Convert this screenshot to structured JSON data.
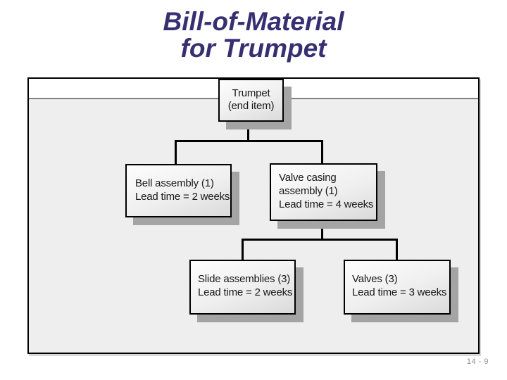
{
  "slide": {
    "title_line1": "Bill-of-Material",
    "title_line2": "for Trumpet",
    "page_number": "14 - 9"
  },
  "colors": {
    "title_text": "#372f72",
    "frame_body_bg": "#efeeee",
    "frame_border": "#000000",
    "node_border": "#000000",
    "node_shadow": "#a4a4a4",
    "connector": "#000000",
    "page_number_text": "#8f8f8f"
  },
  "diagram": {
    "type": "tree",
    "nodes": [
      {
        "id": "trumpet",
        "level": 0,
        "parent": null,
        "label_lines": [
          "Trumpet",
          "(end item)"
        ]
      },
      {
        "id": "bell-assembly",
        "level": 1,
        "parent": "trumpet",
        "label_lines": [
          "Bell assembly (1)",
          "Lead time = 2 weeks"
        ]
      },
      {
        "id": "valve-casing-assembly",
        "level": 1,
        "parent": "trumpet",
        "label_lines": [
          "Valve casing",
          "assembly (1)",
          "Lead time = 4 weeks"
        ]
      },
      {
        "id": "slide-assemblies",
        "level": 2,
        "parent": "valve-casing-assembly",
        "label_lines": [
          "Slide assemblies (3)",
          "Lead time = 2 weeks"
        ]
      },
      {
        "id": "valves",
        "level": 2,
        "parent": "valve-casing-assembly",
        "label_lines": [
          "Valves (3)",
          "Lead time = 3 weeks"
        ]
      }
    ]
  }
}
